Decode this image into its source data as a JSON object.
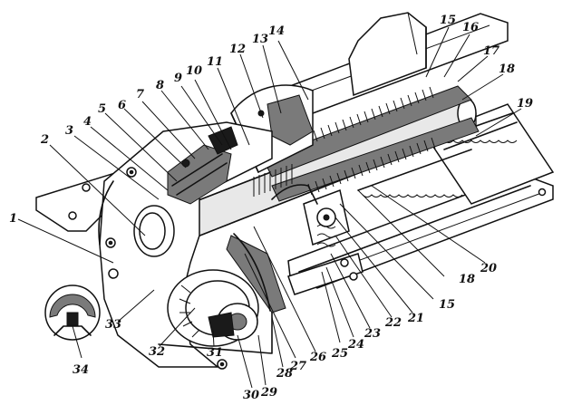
{
  "figure": {
    "callouts": [
      "1",
      "2",
      "3",
      "4",
      "5",
      "6",
      "7",
      "8",
      "9",
      "10",
      "11",
      "12",
      "13",
      "14",
      "15",
      "16",
      "17",
      "18",
      "19",
      "15",
      "18",
      "20",
      "21",
      "22",
      "23",
      "24",
      "25",
      "26",
      "27",
      "28",
      "29",
      "30",
      "31",
      "32",
      "33",
      "34"
    ]
  }
}
